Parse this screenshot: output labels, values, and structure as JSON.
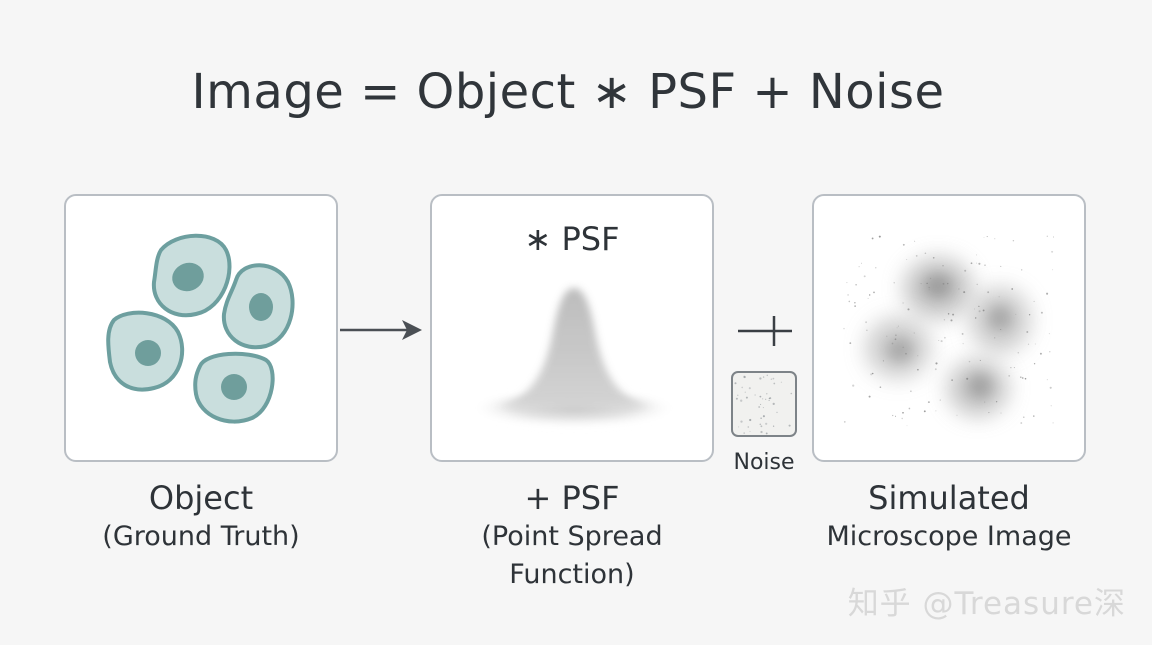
{
  "title": "Image = Object ∗ PSF + Noise",
  "panels": {
    "object": {
      "caption_main": "Object",
      "caption_sub": "(Ground Truth)"
    },
    "psf": {
      "label": "∗ PSF",
      "caption_main": "+ PSF",
      "caption_sub_1": "(Point Spread",
      "caption_sub_2": "Function)"
    },
    "result": {
      "caption_main": "Simulated",
      "caption_sub": "Microscope Image"
    }
  },
  "noise": {
    "label": "Noise"
  },
  "watermark": "知乎 @Treasure深",
  "colors": {
    "cell_fill": "#c9dedd",
    "cell_stroke": "#6d9f9f",
    "nucleus": "#6f9e9c",
    "panel_border": "#b9bec4",
    "arrow": "#4a4f54"
  },
  "icons": {
    "arrow": "arrow-right-icon",
    "plus": "plus-icon"
  }
}
